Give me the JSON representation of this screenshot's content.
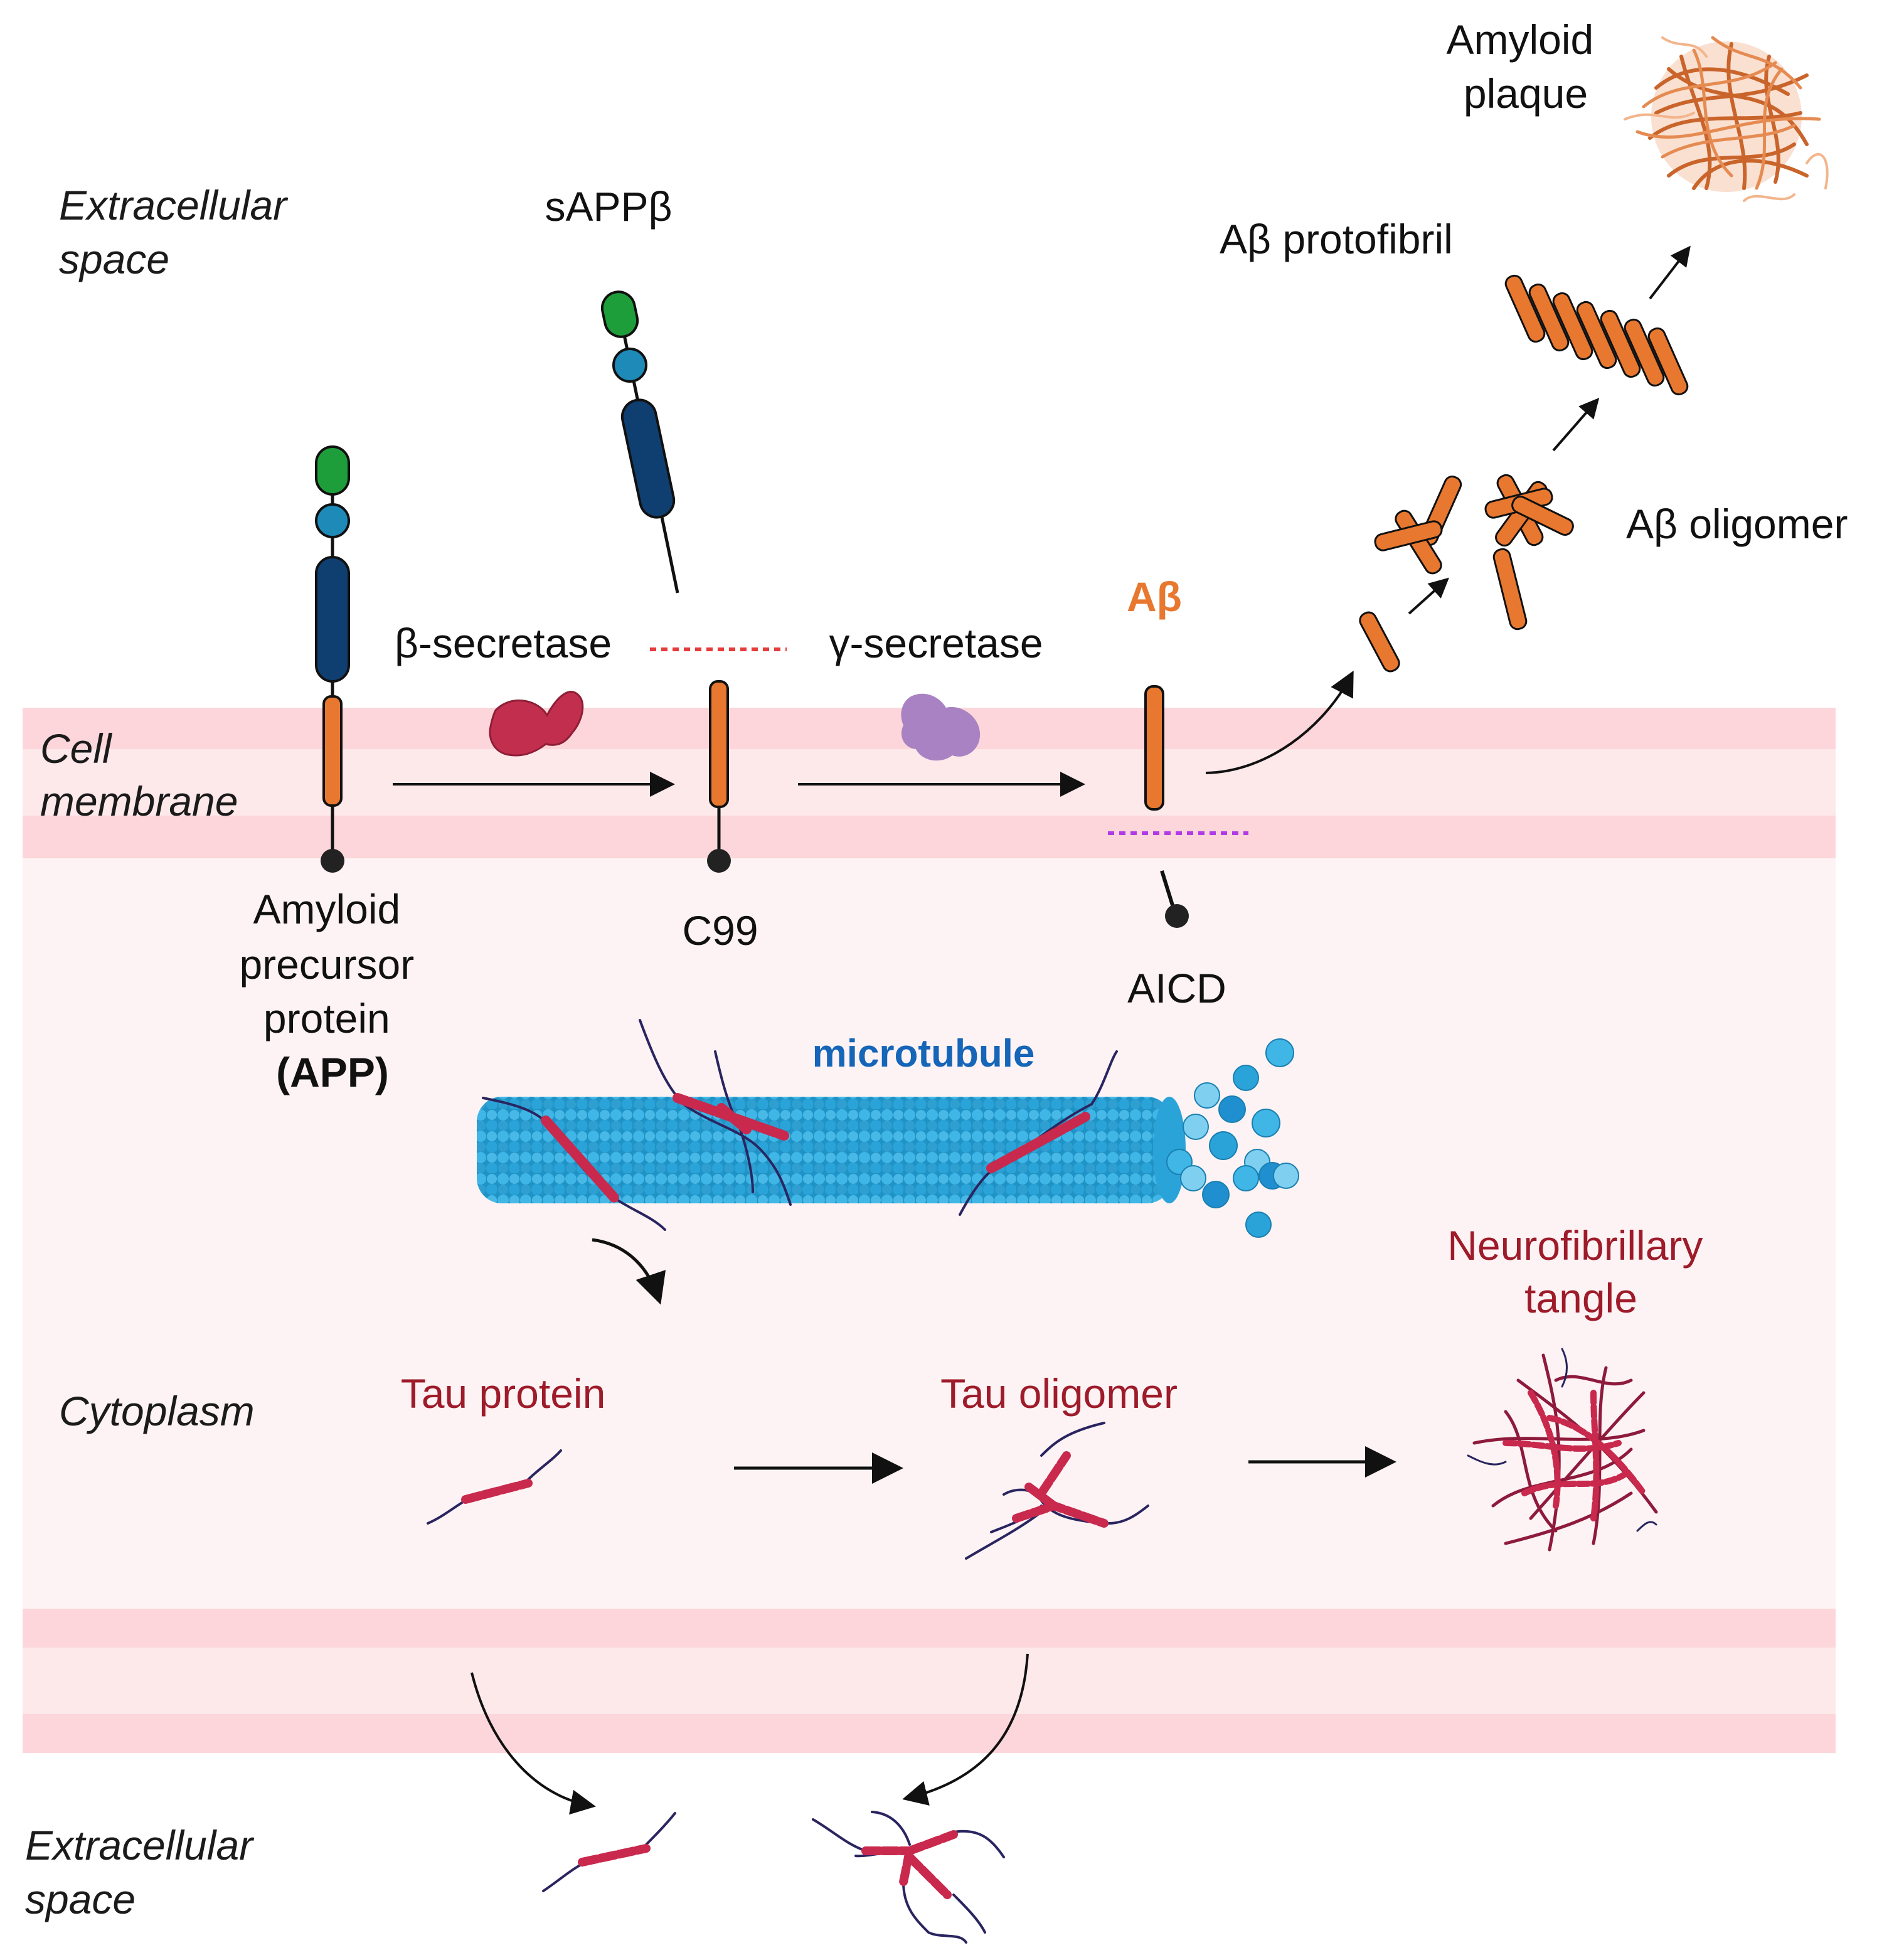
{
  "regions": {
    "extracellular_top": [
      "Extracellular",
      "space"
    ],
    "membrane": [
      "Cell",
      "membrane"
    ],
    "cytoplasm": "Cytoplasm",
    "extracellular_bottom": [
      "Extracellular",
      "space"
    ]
  },
  "labels": {
    "sappb": "sAPPβ",
    "beta_secretase": "β-secretase",
    "gamma_secretase": "γ-secretase",
    "abeta": "Aβ",
    "app": [
      "Amyloid",
      "precursor",
      "protein",
      "(APP)"
    ],
    "c99": "C99",
    "aicd": "AICD",
    "microtubule": "microtubule",
    "ab_oligomer": "Aβ oligomer",
    "ab_protofibril": "Aβ protofibril",
    "amyloid_plaque": [
      "Amyloid",
      "plaque"
    ],
    "tau_protein": "Tau protein",
    "tau_oligomer": "Tau  oligomer",
    "nft": [
      "Neurofibrillary",
      "tangle"
    ]
  },
  "colors": {
    "membrane_band": "#fde4e6",
    "membrane_stripe": "#fbd0d5",
    "cytoplasm": "#fdf1f2",
    "abeta": "#e8782f",
    "tau": "#c8294d",
    "microtubule": "#2ea6d8",
    "beta_secretase": "#c22f4e",
    "gamma_secretase": "#a982c3",
    "app_green": "#1e9e3a",
    "app_teal": "#1e8ab8",
    "app_navy": "#0f3f70",
    "blue_label": "#1565b8",
    "red_label": "#9e1b2a",
    "red_dotted": "#e63b3b",
    "purple_dotted": "#b33be6"
  }
}
